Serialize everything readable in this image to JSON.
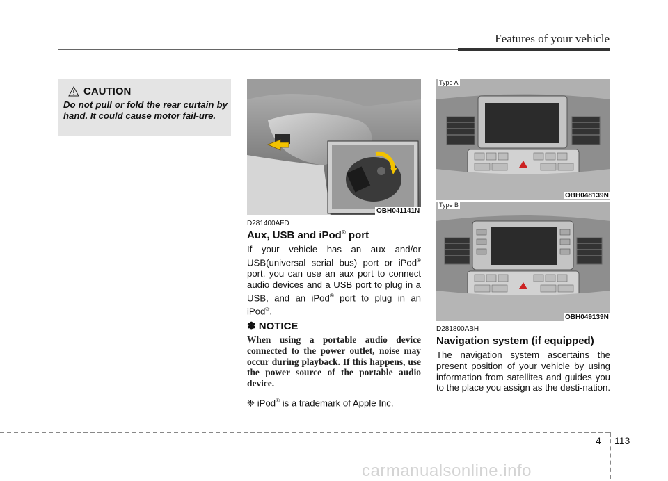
{
  "header": {
    "title": "Features of your vehicle"
  },
  "caution": {
    "title": "CAUTION",
    "text": "Do not pull or fold the rear curtain by hand. It could cause motor fail-ure."
  },
  "images": {
    "aux_code": "OBH041141N",
    "nav_a_label": "Type A",
    "nav_a_code": "OBH048139N",
    "nav_b_label": "Type B",
    "nav_b_code": "OBH049139N"
  },
  "aux_section": {
    "code": "D281400AFD",
    "title_main": "Aux, USB and iPod",
    "title_sup": "®",
    "title_end": " port",
    "body_1": "If your vehicle has an aux and/or USB(universal serial bus) port or iPod",
    "body_2": "port, you can use an aux port to connect audio devices and a USB port to plug in a USB, and an iPod",
    "body_3": " port to plug in an iPod",
    "body_4": ".",
    "sup": "®"
  },
  "notice": {
    "title": "✽ NOTICE",
    "text": "When using a portable audio device connected to the power outlet, noise may occur during playback. If this happens, use the power source of the portable audio device.",
    "footnote_symbol": "❈",
    "footnote_main": " iPod",
    "footnote_sup": "®",
    "footnote_end": " is a trademark of Apple Inc."
  },
  "nav_section": {
    "code": "D281800ABH",
    "title": "Navigation system (if equipped)",
    "body": "The navigation system ascertains the present position of your vehicle by using information from satellites and guides you to the place you assign as the desti-nation."
  },
  "footer": {
    "chapter": "4",
    "page": "113"
  },
  "watermark": "carmanualsonline.info"
}
